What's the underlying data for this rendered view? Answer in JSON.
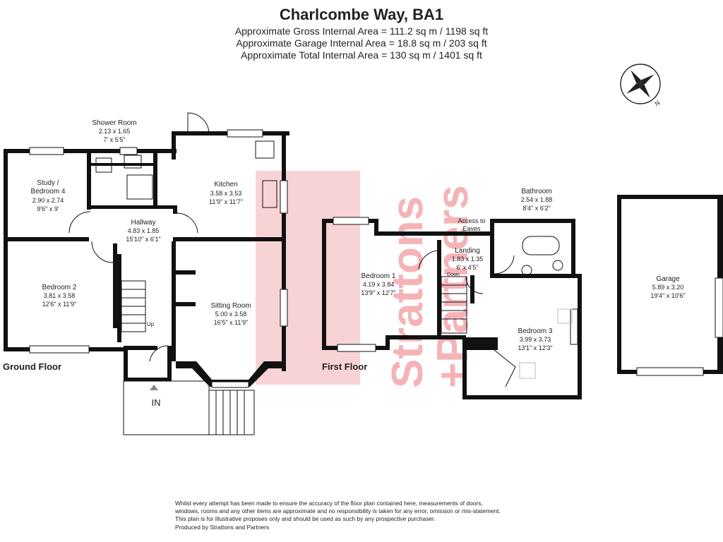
{
  "header": {
    "title": "Charlcombe Way, BA1",
    "areas": [
      "Approximate Gross Internal Area = 111.2 sq m / 1198 sq ft",
      "Approximate Garage Internal Area = 18.8 sq m / 203 sq ft",
      "Approximate Total Internal Area = 130 sq m / 1401 sq ft"
    ]
  },
  "compass": {
    "letter": "N"
  },
  "watermark": {
    "lines": [
      "Strattons",
      "+Partners"
    ],
    "color": "#f4a6ac"
  },
  "floors": {
    "ground": "Ground Floor",
    "first": "First Floor"
  },
  "rooms": {
    "shower": {
      "name": "Shower Room",
      "metric": "2.13 x 1.65",
      "imperial": "7' x 5'5\""
    },
    "study": {
      "name1": "Study /",
      "name2": "Bedroom 4",
      "metric": "2.90 x 2.74",
      "imperial": "9'6\" x 9'"
    },
    "kitchen": {
      "name": "Kitchen",
      "metric": "3.58 x 3.53",
      "imperial": "11'9\" x 11'7\""
    },
    "hallway": {
      "name": "Hallway",
      "metric": "4.83 x 1.85",
      "imperial": "15'10\" x 6'1\""
    },
    "bedroom2": {
      "name": "Bedroom 2",
      "metric": "3.81 x 3.58",
      "imperial": "12'6\" x 11'9\""
    },
    "sitting": {
      "name": "Sitting Room",
      "metric": "5.00 x 3.58",
      "imperial": "16'5\" x 11'9\""
    },
    "bedroom1": {
      "name": "Bedroom 1",
      "metric": "4.19 x 3.84",
      "imperial": "13'9\" x 12'7\""
    },
    "landing": {
      "name": "Landing",
      "metric": "1.83 x 1.35",
      "imperial": "6' x 4'5\""
    },
    "bathroom": {
      "name": "Bathroom",
      "metric": "2.54 x 1.88",
      "imperial": "8'4\" x 6'2\""
    },
    "bedroom3": {
      "name": "Bedroom 3",
      "metric": "3.99 x 3.73",
      "imperial": "13'1\" x 12'3\""
    },
    "garage": {
      "name": "Garage",
      "metric": "5.89 x 3.20",
      "imperial": "19'4\" x 10'6\""
    }
  },
  "labels": {
    "up": "Up",
    "down": "Down",
    "in": "IN",
    "eaves1": "Access to",
    "eaves2": "Eaves"
  },
  "disclaimer": [
    "Whilst every attempt has been made to ensure the accuracy of the floor plan contained here, measurements of doors,",
    "windows, rooms and any other items are approximate and no responsibility is taken for any error, omission or mis-statement.",
    "This plan is for illustrative proposes only and should be used as such by any prospective purchaser.",
    "Produced by Strattons and Partners"
  ]
}
